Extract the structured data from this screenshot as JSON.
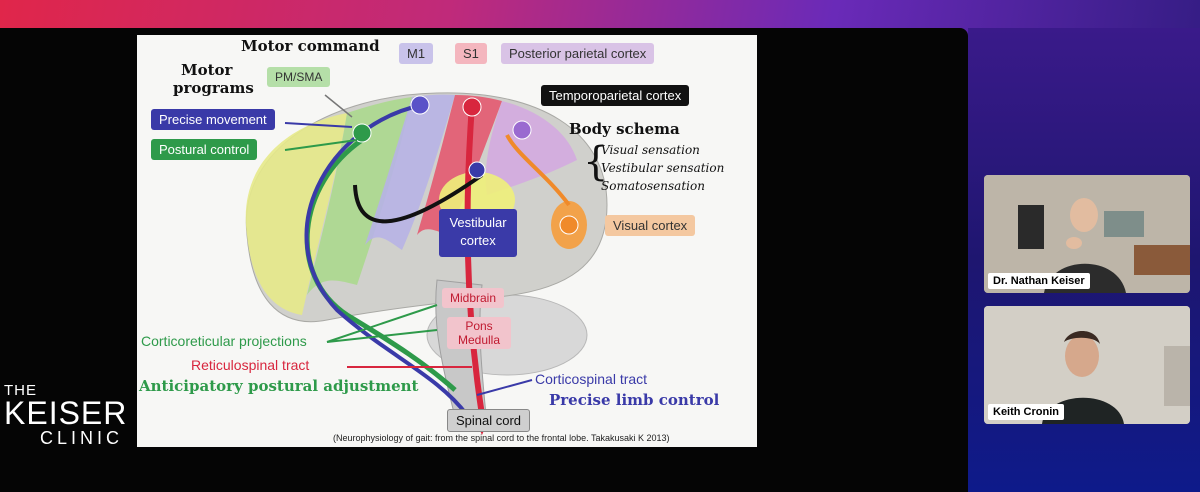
{
  "brand": {
    "the": "THE",
    "keiser": "KEISER",
    "clinic": "CLINIC"
  },
  "slide": {
    "motor_command": "Motor command",
    "motor_programs_1": "Motor",
    "motor_programs_2": "programs",
    "m1": "M1",
    "s1": "S1",
    "posterior_parietal": "Posterior parietal cortex",
    "pm_sma": "PM/SMA",
    "temporoparietal": "Temporoparietal cortex",
    "precise_movement": "Precise movement",
    "postural_control": "Postural control",
    "body_schema": "Body schema",
    "visual_sensation": "Visual sensation",
    "vestibular_sensation": "Vestibular sensation",
    "somatosensation": "Somatosensation",
    "vestibular_cortex_1": "Vestibular",
    "vestibular_cortex_2": "cortex",
    "visual_cortex": "Visual cortex",
    "midbrain": "Midbrain",
    "pons": "Pons",
    "medulla": "Medulla",
    "corticoreticular": "Corticoreticular projections",
    "reticulospinal": "Reticulospinal tract",
    "corticospinal": "Corticospinal tract",
    "anticipatory": "Anticipatory postural adjustment",
    "precise_limb": "Precise limb control",
    "spinal_cord": "Spinal cord",
    "citation": "(Neurophysiology of gait: from the spinal cord to the frontal lobe. Takakusaki K 2013)"
  },
  "participants": [
    {
      "name": "Dr. Nathan Keiser"
    },
    {
      "name": "Keith Cronin"
    }
  ],
  "colors": {
    "precise_movement": "#3a3aa8",
    "postural_control": "#2e9a4a",
    "pm_sma": "#b5dfa8",
    "m1": "#c9c3ea",
    "s1": "#f4b6be",
    "posterior_parietal": "#d9c3e6",
    "visual_cortex": "#f4c8a0",
    "brainstem": "#f2c4cc"
  }
}
